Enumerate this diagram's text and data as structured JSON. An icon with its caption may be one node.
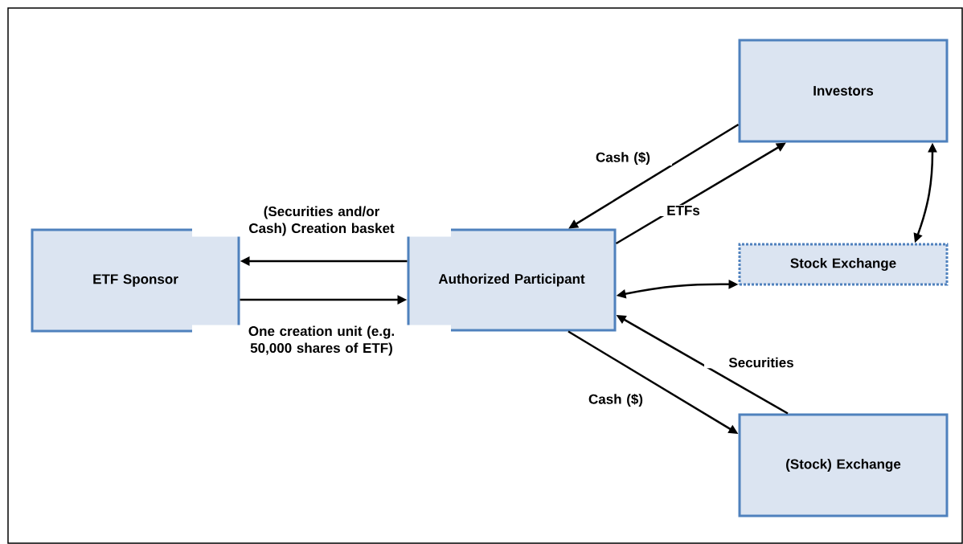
{
  "diagram": {
    "nodes": [
      {
        "text": [
          "ETF Sponsor"
        ]
      },
      {
        "text": [
          "Authorized Participant"
        ]
      },
      {
        "text": [
          "Investors"
        ]
      },
      {
        "text": [
          "Stock Exchange"
        ]
      },
      {
        "text": [
          "(Stock) Exchange"
        ]
      }
    ],
    "edges": [
      {
        "from": 1,
        "to": 0,
        "arrow": "to",
        "label": "(Securities and/or Cash) Creation basket"
      },
      {
        "from": 0,
        "to": 1,
        "arrow": "to",
        "label": "One creation unit (e.g. 50,000 shares of ETF)"
      },
      {
        "from": 2,
        "to": 1,
        "arrow": "to",
        "label": "Cash ($)"
      },
      {
        "from": 1,
        "to": 2,
        "arrow": "to",
        "label": "ETFs"
      },
      {
        "from": 1,
        "to": 3,
        "arrow": "both"
      },
      {
        "from": 2,
        "to": 3,
        "arrow": "both"
      },
      {
        "from": 1,
        "to": 4,
        "arrow": "to",
        "label": "Cash ($)"
      },
      {
        "from": 4,
        "to": 1,
        "arrow": "to",
        "label": "Securities"
      }
    ]
  }
}
